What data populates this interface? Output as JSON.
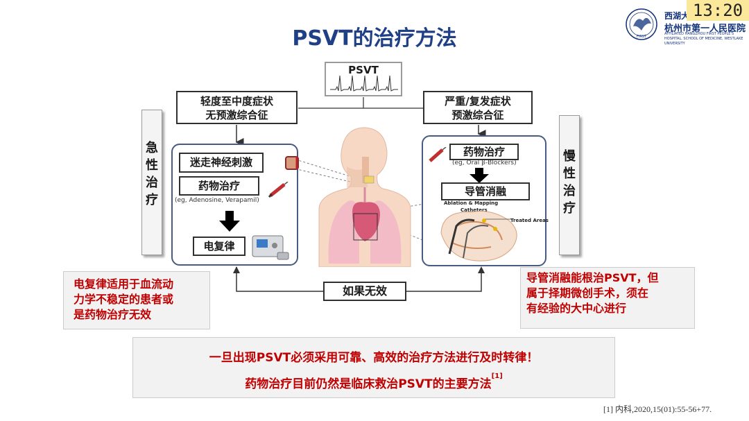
{
  "slide": {
    "title": "PSVT的治疗方法",
    "clock": "13:20",
    "logo": {
      "line1": "西湖大学",
      "line2": "杭州市第一人民医院",
      "subtitle": "AFFILIATED HANGZHOU FIRST PEOPLE'S HOSPITAL, SCHOOL OF MEDICINE, WESTLAKE UNIVERSITY"
    },
    "ecg_label": "PSVT",
    "mild_line1": "轻度至中度症状",
    "mild_line2": "无预激综合征",
    "severe_line1": "严重/复发症状",
    "severe_line2": "预激综合征",
    "acute": [
      "急",
      "性",
      "治",
      "疗"
    ],
    "chronic": [
      "慢",
      "性",
      "治",
      "疗"
    ],
    "vagal": "迷走神经刺激",
    "drug_acute": "药物治疗",
    "drug_acute_note": "(eg, Adenosine, Verapamil)",
    "cardioversion": "电复律",
    "drug_chronic": "药物治疗",
    "drug_chronic_note": "(eg, Oral β-Blockers)",
    "ablation": "导管消融",
    "ablation_label_1": "Ablation  & Mapping",
    "ablation_label_2": "Catheters",
    "treated_areas": "Treated Areas",
    "if_ineffective": "如果无效",
    "note_left": [
      "电复律适用于血流动",
      "力学不稳定的患者或",
      "是药物治疗无效"
    ],
    "note_right": [
      "导管消融能根治PSVT，但",
      "属于择期微创手术，须在",
      "有经验的大中心进行"
    ],
    "bottom_line1": "一旦出现PSVT必须采用可靠、高效的治疗方法进行及时转律！",
    "bottom_line2": "药物治疗目前仍然是临床救治PSVT的主要方法",
    "bottom_sup": "[1]",
    "reference": "[1] 内科,2020,15(01):55-56+77."
  }
}
